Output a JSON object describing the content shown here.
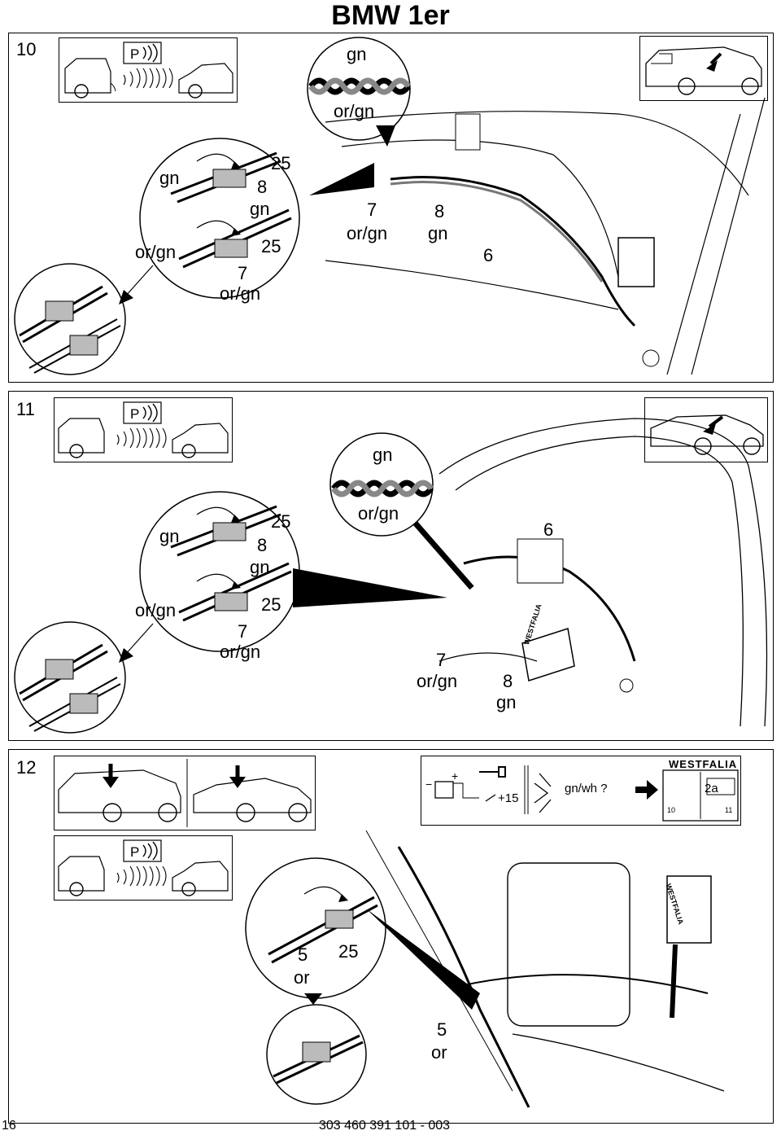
{
  "header": {
    "title": "BMW 1er"
  },
  "steps": [
    {
      "number": "10",
      "labels": {
        "top_color": "gn",
        "bottom_color": "or/gn",
        "c_gn": "gn",
        "c_25a": "25",
        "c_8": "8",
        "c_gn2": "gn",
        "c_orgn": "or/gn",
        "c_25b": "25",
        "c_7": "7",
        "c_orgn2": "or/gn",
        "m_7": "7",
        "m_orgn": "or/gn",
        "m_8": "8",
        "m_gn": "gn",
        "m_6": "6"
      },
      "park_sign": "P"
    },
    {
      "number": "11",
      "labels": {
        "top_color": "gn",
        "bottom_color": "or/gn",
        "c_gn": "gn",
        "c_25a": "25",
        "c_8": "8",
        "c_gn2": "gn",
        "c_orgn": "or/gn",
        "c_25b": "25",
        "c_7": "7",
        "c_orgn2": "or/gn",
        "m_7": "7",
        "m_orgn": "or/gn",
        "m_8": "8",
        "m_gn": "gn",
        "m_6": "6"
      },
      "park_sign": "P",
      "module_brand": "WESTFALIA"
    },
    {
      "number": "12",
      "park_sign": "P",
      "info_box": {
        "plus15": "+15",
        "question": "gn/wh ?",
        "book_brand": "WESTFALIA",
        "book_ref": "2a",
        "book_left_page": "10",
        "book_right_page": "11"
      },
      "labels": {
        "c_5": "5",
        "c_or": "or",
        "c_25": "25",
        "m_5": "5",
        "m_or": "or"
      },
      "module_brand": "WESTFALIA"
    }
  ],
  "footer": {
    "page": "16",
    "code": "303 460 391 101 - 003"
  }
}
